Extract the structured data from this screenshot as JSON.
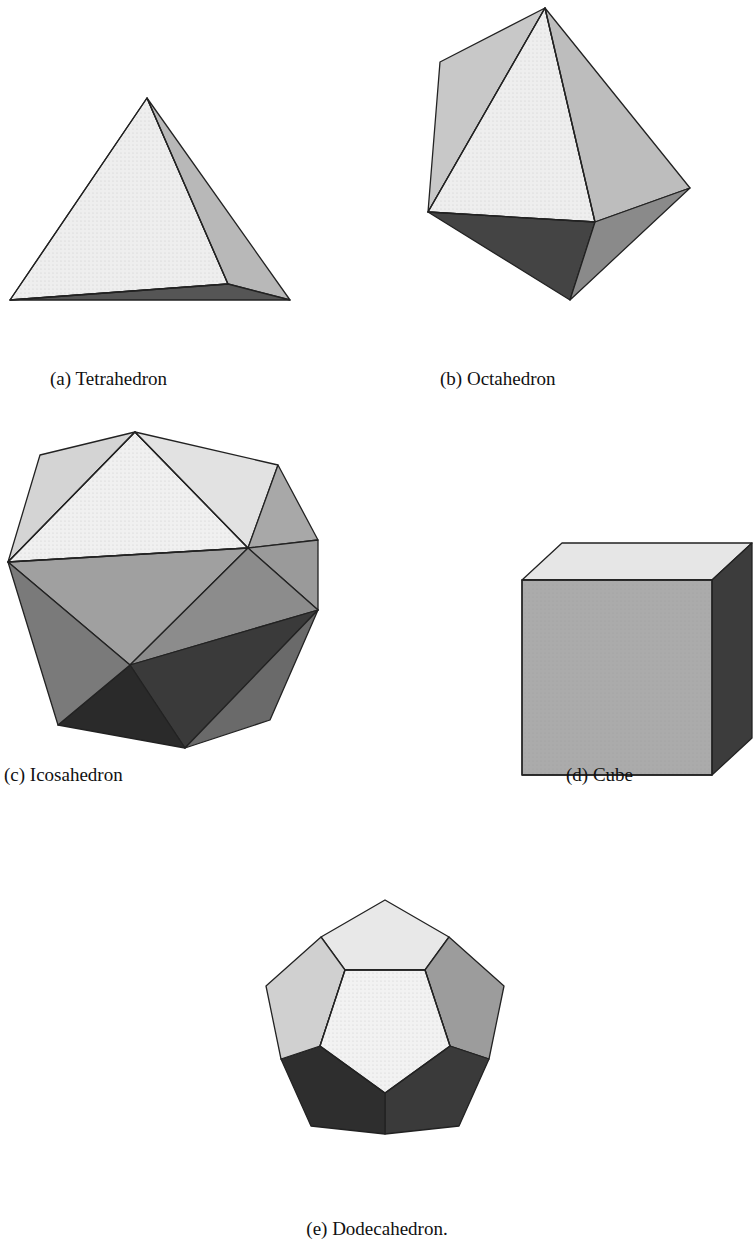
{
  "diagram": {
    "labels": [
      "(a) Tetrahedron",
      "(b) Octahedron",
      "(c) Icosahedron",
      "(d) Cube",
      "(e) Dodecahedron."
    ]
  }
}
